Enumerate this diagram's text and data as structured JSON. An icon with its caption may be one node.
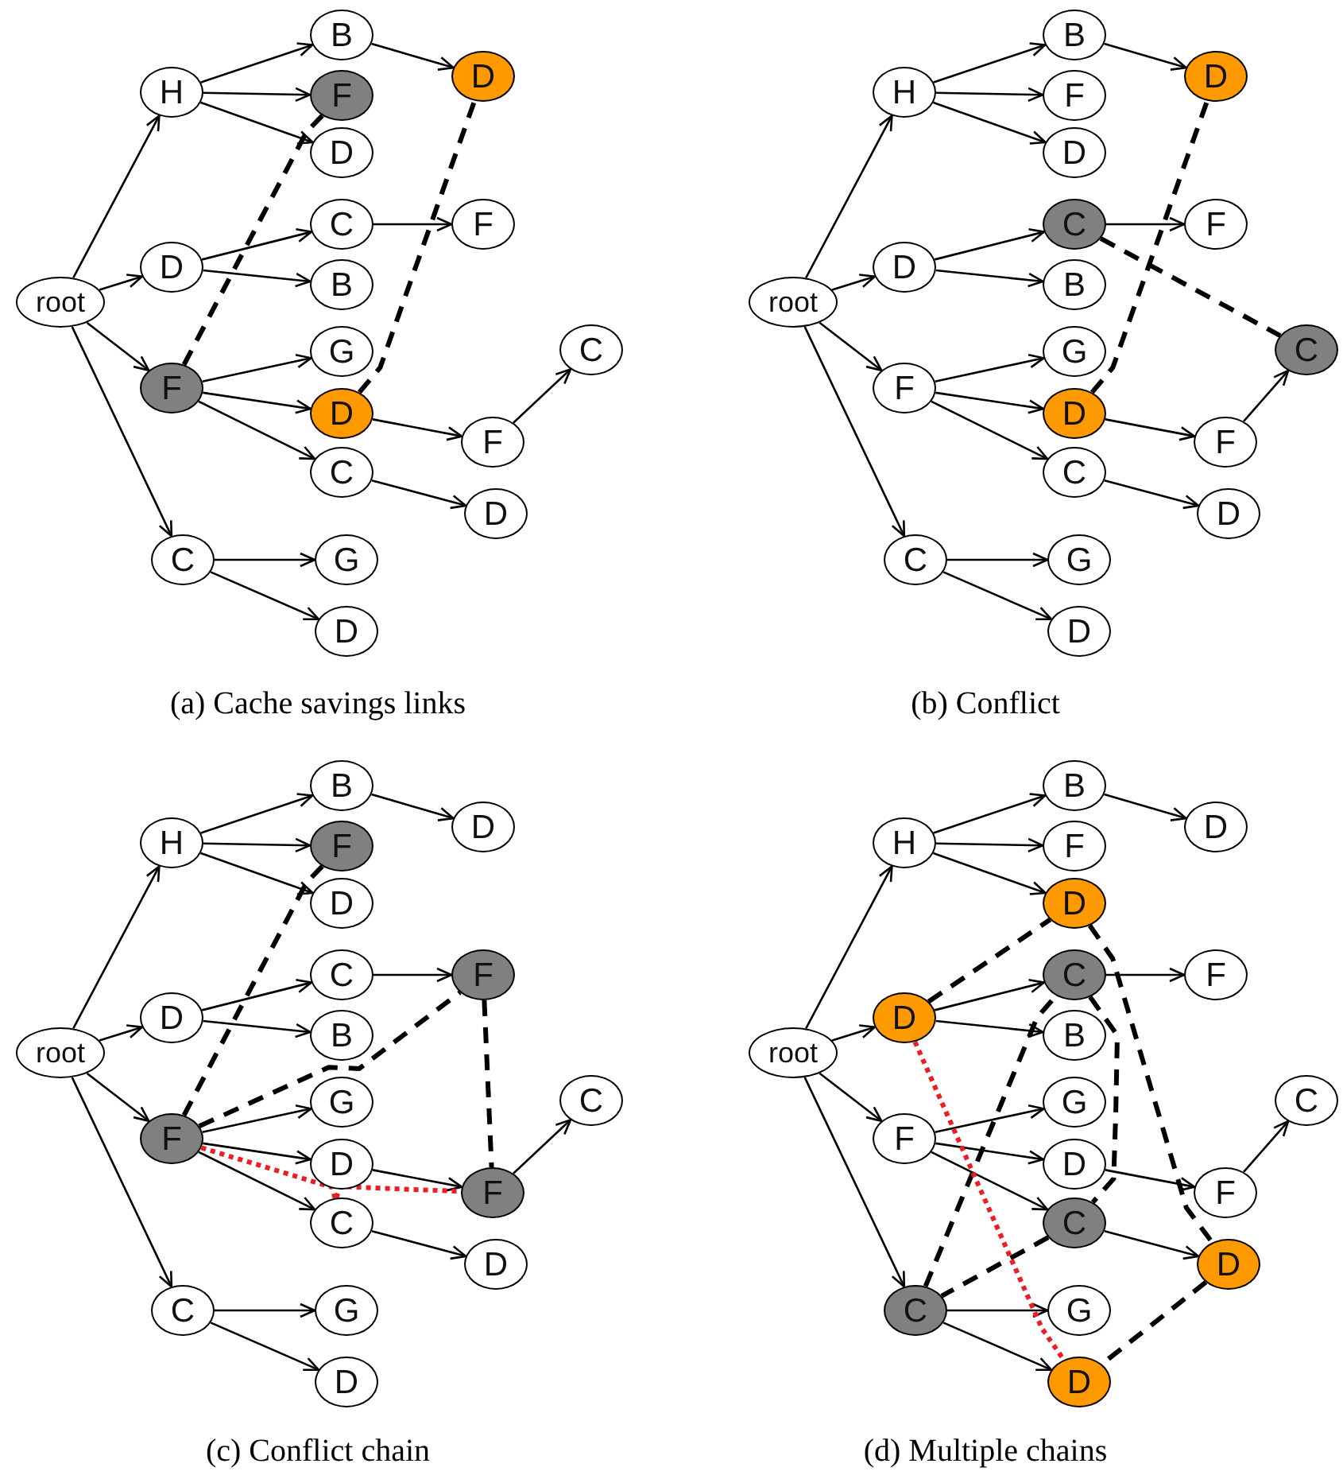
{
  "diagram": {
    "nodes": [
      {
        "text": [
          "root"
        ]
      },
      {
        "text": [
          "H"
        ]
      },
      {
        "text": [
          "D"
        ]
      },
      {
        "text": [
          "F"
        ]
      },
      {
        "text": [
          "C"
        ]
      },
      {
        "text": [
          "B"
        ]
      },
      {
        "text": [
          "F"
        ]
      },
      {
        "text": [
          "D"
        ]
      },
      {
        "text": [
          "C"
        ]
      },
      {
        "text": [
          "B"
        ]
      },
      {
        "text": [
          "G"
        ]
      },
      {
        "text": [
          "D"
        ]
      },
      {
        "text": [
          "C"
        ]
      },
      {
        "text": [
          "G"
        ]
      },
      {
        "text": [
          "D"
        ]
      },
      {
        "text": [
          "D"
        ]
      },
      {
        "text": [
          "F"
        ]
      },
      {
        "text": [
          "C"
        ]
      },
      {
        "text": [
          "F"
        ]
      },
      {
        "text": [
          "D"
        ]
      },
      {
        "text": [
          "root"
        ]
      },
      {
        "text": [
          "H"
        ]
      },
      {
        "text": [
          "D"
        ]
      },
      {
        "text": [
          "F"
        ]
      },
      {
        "text": [
          "C"
        ]
      },
      {
        "text": [
          "B"
        ]
      },
      {
        "text": [
          "F"
        ]
      },
      {
        "text": [
          "D"
        ]
      },
      {
        "text": [
          "C"
        ]
      },
      {
        "text": [
          "B"
        ]
      },
      {
        "text": [
          "G"
        ]
      },
      {
        "text": [
          "D"
        ]
      },
      {
        "text": [
          "C"
        ]
      },
      {
        "text": [
          "G"
        ]
      },
      {
        "text": [
          "D"
        ]
      },
      {
        "text": [
          "D"
        ]
      },
      {
        "text": [
          "F"
        ]
      },
      {
        "text": [
          "C"
        ]
      },
      {
        "text": [
          "F"
        ]
      },
      {
        "text": [
          "D"
        ]
      },
      {
        "text": [
          "root"
        ]
      },
      {
        "text": [
          "H"
        ]
      },
      {
        "text": [
          "D"
        ]
      },
      {
        "text": [
          "F"
        ]
      },
      {
        "text": [
          "C"
        ]
      },
      {
        "text": [
          "B"
        ]
      },
      {
        "text": [
          "F"
        ]
      },
      {
        "text": [
          "D"
        ]
      },
      {
        "text": [
          "C"
        ]
      },
      {
        "text": [
          "B"
        ]
      },
      {
        "text": [
          "G"
        ]
      },
      {
        "text": [
          "D"
        ]
      },
      {
        "text": [
          "C"
        ]
      },
      {
        "text": [
          "G"
        ]
      },
      {
        "text": [
          "D"
        ]
      },
      {
        "text": [
          "D"
        ]
      },
      {
        "text": [
          "F"
        ]
      },
      {
        "text": [
          "C"
        ]
      },
      {
        "text": [
          "F"
        ]
      },
      {
        "text": [
          "D"
        ]
      },
      {
        "text": [
          "root"
        ]
      },
      {
        "text": [
          "H"
        ]
      },
      {
        "text": [
          "D"
        ]
      },
      {
        "text": [
          "F"
        ]
      },
      {
        "text": [
          "C"
        ]
      },
      {
        "text": [
          "B"
        ]
      },
      {
        "text": [
          "F"
        ]
      },
      {
        "text": [
          "D"
        ]
      },
      {
        "text": [
          "C"
        ]
      },
      {
        "text": [
          "B"
        ]
      },
      {
        "text": [
          "G"
        ]
      },
      {
        "text": [
          "D"
        ]
      },
      {
        "text": [
          "C"
        ]
      },
      {
        "text": [
          "G"
        ]
      },
      {
        "text": [
          "D"
        ]
      },
      {
        "text": [
          "D"
        ]
      },
      {
        "text": [
          "F"
        ]
      },
      {
        "text": [
          "C"
        ]
      },
      {
        "text": [
          "F"
        ]
      },
      {
        "text": [
          "D"
        ]
      }
    ],
    "edges": [
      {
        "from": 0,
        "to": 1,
        "arrow": "to"
      },
      {
        "from": 0,
        "to": 2,
        "arrow": "to"
      },
      {
        "from": 0,
        "to": 3,
        "arrow": "to"
      },
      {
        "from": 0,
        "to": 4,
        "arrow": "to"
      },
      {
        "from": 1,
        "to": 5,
        "arrow": "to"
      },
      {
        "from": 1,
        "to": 6,
        "arrow": "to"
      },
      {
        "from": 1,
        "to": 7,
        "arrow": "to"
      },
      {
        "from": 2,
        "to": 8,
        "arrow": "to"
      },
      {
        "from": 2,
        "to": 9,
        "arrow": "to"
      },
      {
        "from": 3,
        "to": 10,
        "arrow": "to"
      },
      {
        "from": 3,
        "to": 11,
        "arrow": "to"
      },
      {
        "from": 3,
        "to": 12,
        "arrow": "to"
      },
      {
        "from": 4,
        "to": 13,
        "arrow": "to"
      },
      {
        "from": 4,
        "to": 14,
        "arrow": "to"
      },
      {
        "from": 5,
        "to": 15,
        "arrow": "to"
      },
      {
        "from": 8,
        "to": 16,
        "arrow": "to"
      },
      {
        "from": 11,
        "to": 18,
        "arrow": "to"
      },
      {
        "from": 18,
        "to": 17,
        "arrow": "to"
      },
      {
        "from": 12,
        "to": 19,
        "arrow": "to"
      },
      {
        "from": 3,
        "to": 6,
        "arrow": "none",
        "style": "dashed"
      },
      {
        "from": 11,
        "to": 15,
        "arrow": "none",
        "style": "dashed"
      },
      {
        "from": 20,
        "to": 21,
        "arrow": "to"
      },
      {
        "from": 20,
        "to": 22,
        "arrow": "to"
      },
      {
        "from": 20,
        "to": 23,
        "arrow": "to"
      },
      {
        "from": 20,
        "to": 24,
        "arrow": "to"
      },
      {
        "from": 21,
        "to": 25,
        "arrow": "to"
      },
      {
        "from": 21,
        "to": 26,
        "arrow": "to"
      },
      {
        "from": 21,
        "to": 27,
        "arrow": "to"
      },
      {
        "from": 22,
        "to": 28,
        "arrow": "to"
      },
      {
        "from": 22,
        "to": 29,
        "arrow": "to"
      },
      {
        "from": 23,
        "to": 30,
        "arrow": "to"
      },
      {
        "from": 23,
        "to": 31,
        "arrow": "to"
      },
      {
        "from": 23,
        "to": 32,
        "arrow": "to"
      },
      {
        "from": 24,
        "to": 33,
        "arrow": "to"
      },
      {
        "from": 24,
        "to": 34,
        "arrow": "to"
      },
      {
        "from": 25,
        "to": 35,
        "arrow": "to"
      },
      {
        "from": 28,
        "to": 36,
        "arrow": "to"
      },
      {
        "from": 31,
        "to": 38,
        "arrow": "to"
      },
      {
        "from": 38,
        "to": 37,
        "arrow": "to"
      },
      {
        "from": 32,
        "to": 39,
        "arrow": "to"
      },
      {
        "from": 31,
        "to": 35,
        "arrow": "none",
        "style": "dashed"
      },
      {
        "from": 28,
        "to": 37,
        "arrow": "none",
        "style": "dashed"
      },
      {
        "from": 40,
        "to": 41,
        "arrow": "to"
      },
      {
        "from": 40,
        "to": 42,
        "arrow": "to"
      },
      {
        "from": 40,
        "to": 43,
        "arrow": "to"
      },
      {
        "from": 40,
        "to": 44,
        "arrow": "to"
      },
      {
        "from": 41,
        "to": 45,
        "arrow": "to"
      },
      {
        "from": 41,
        "to": 46,
        "arrow": "to"
      },
      {
        "from": 41,
        "to": 47,
        "arrow": "to"
      },
      {
        "from": 42,
        "to": 48,
        "arrow": "to"
      },
      {
        "from": 42,
        "to": 49,
        "arrow": "to"
      },
      {
        "from": 43,
        "to": 50,
        "arrow": "to"
      },
      {
        "from": 43,
        "to": 51,
        "arrow": "to"
      },
      {
        "from": 43,
        "to": 52,
        "arrow": "to"
      },
      {
        "from": 44,
        "to": 53,
        "arrow": "to"
      },
      {
        "from": 44,
        "to": 54,
        "arrow": "to"
      },
      {
        "from": 45,
        "to": 55,
        "arrow": "to"
      },
      {
        "from": 48,
        "to": 56,
        "arrow": "to"
      },
      {
        "from": 51,
        "to": 58,
        "arrow": "to"
      },
      {
        "from": 58,
        "to": 57,
        "arrow": "to"
      },
      {
        "from": 52,
        "to": 59,
        "arrow": "to"
      },
      {
        "from": 43,
        "to": 46,
        "arrow": "none",
        "style": "dashed"
      },
      {
        "from": 43,
        "to": 56,
        "arrow": "none",
        "style": "dashed"
      },
      {
        "from": 56,
        "to": 58,
        "arrow": "none",
        "style": "dashed"
      },
      {
        "from": 43,
        "to": 58,
        "arrow": "none",
        "style": "dashed",
        "color": "#ee1c25"
      },
      {
        "from": 60,
        "to": 61,
        "arrow": "to"
      },
      {
        "from": 60,
        "to": 62,
        "arrow": "to"
      },
      {
        "from": 60,
        "to": 63,
        "arrow": "to"
      },
      {
        "from": 60,
        "to": 64,
        "arrow": "to"
      },
      {
        "from": 61,
        "to": 65,
        "arrow": "to"
      },
      {
        "from": 61,
        "to": 66,
        "arrow": "to"
      },
      {
        "from": 61,
        "to": 67,
        "arrow": "to"
      },
      {
        "from": 62,
        "to": 68,
        "arrow": "to"
      },
      {
        "from": 62,
        "to": 69,
        "arrow": "to"
      },
      {
        "from": 63,
        "to": 70,
        "arrow": "to"
      },
      {
        "from": 63,
        "to": 71,
        "arrow": "to"
      },
      {
        "from": 63,
        "to": 72,
        "arrow": "to"
      },
      {
        "from": 64,
        "to": 73,
        "arrow": "to"
      },
      {
        "from": 64,
        "to": 74,
        "arrow": "to"
      },
      {
        "from": 65,
        "to": 75,
        "arrow": "to"
      },
      {
        "from": 68,
        "to": 76,
        "arrow": "to"
      },
      {
        "from": 71,
        "to": 78,
        "arrow": "to"
      },
      {
        "from": 78,
        "to": 77,
        "arrow": "to"
      },
      {
        "from": 72,
        "to": 79,
        "arrow": "to"
      },
      {
        "from": 62,
        "to": 67,
        "arrow": "none",
        "style": "dashed"
      },
      {
        "from": 67,
        "to": 79,
        "arrow": "none",
        "style": "dashed"
      },
      {
        "from": 79,
        "to": 74,
        "arrow": "none",
        "style": "dashed"
      },
      {
        "from": 64,
        "to": 68,
        "arrow": "none",
        "style": "dashed"
      },
      {
        "from": 68,
        "to": 72,
        "arrow": "none",
        "style": "dashed"
      },
      {
        "from": 72,
        "to": 64,
        "arrow": "none",
        "style": "dashed"
      },
      {
        "from": 62,
        "to": 74,
        "arrow": "none",
        "style": "dashed",
        "color": "#ee1c25"
      }
    ],
    "labels": [
      "(a) Cache savings links",
      "(b) Conflict",
      "(c) Conflict chain",
      "(d) Multiple chains"
    ]
  }
}
